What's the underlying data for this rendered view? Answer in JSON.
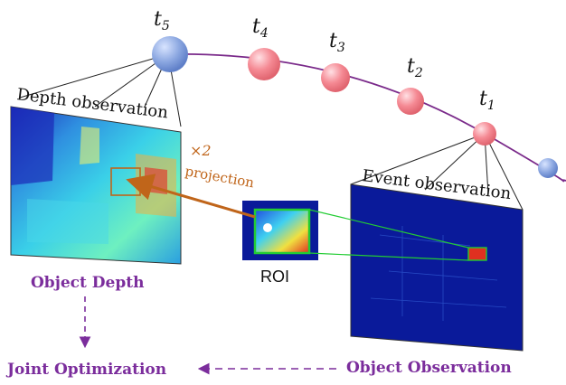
{
  "timeline": {
    "labels": [
      {
        "base": "t",
        "sub": "5"
      },
      {
        "base": "t",
        "sub": "4"
      },
      {
        "base": "t",
        "sub": "3"
      },
      {
        "base": "t",
        "sub": "2"
      },
      {
        "base": "t",
        "sub": "1"
      }
    ]
  },
  "panels": {
    "depth_title": "Depth observation",
    "event_title": "Event observation",
    "roi_label": "ROI"
  },
  "projection": {
    "scale": "×2",
    "label": "projection"
  },
  "flow": {
    "object_depth": "Object Depth",
    "joint_optimization": "Joint Optimization",
    "object_observation": "Object Observation"
  },
  "colors": {
    "purple": "#7b2d9c",
    "orange": "#c0651a",
    "timeline_line": "#7a2a8a",
    "red_node": "#f07a84",
    "blue_node": "#8aa6e0",
    "roi_border": "#22cc33",
    "event_bg": "#0a1a9a"
  }
}
